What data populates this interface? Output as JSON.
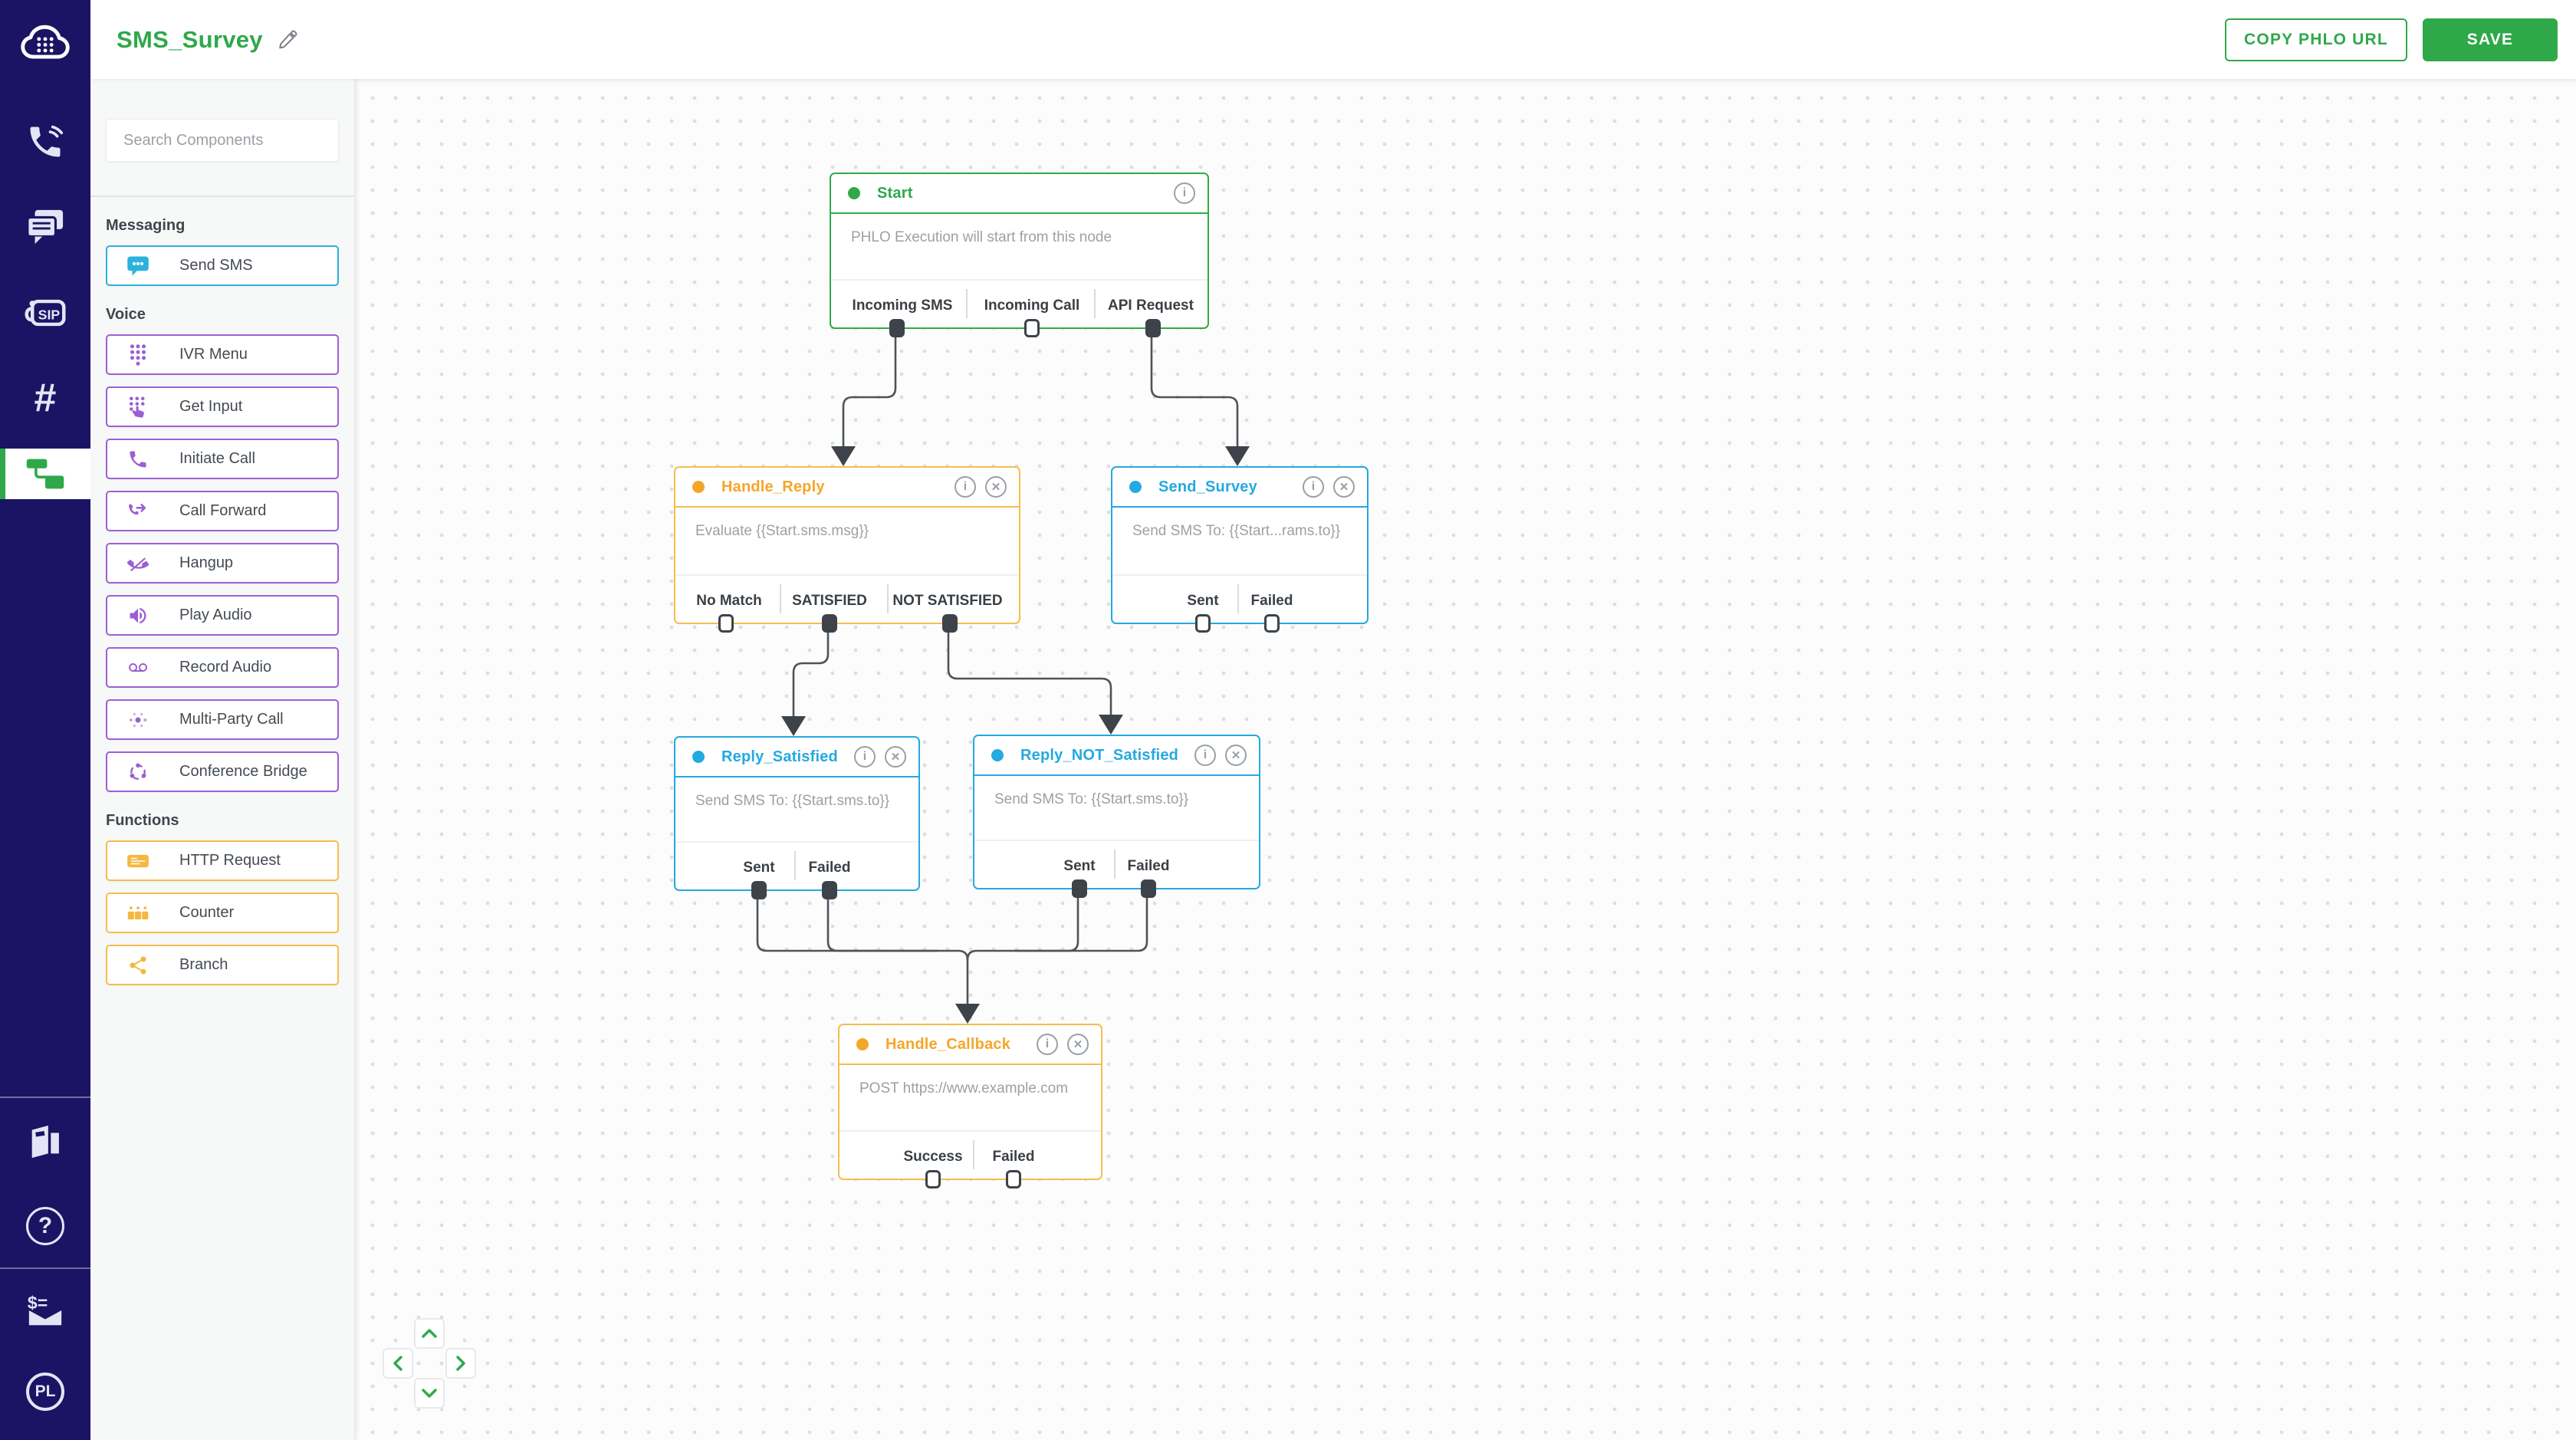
{
  "header": {
    "title": "SMS_Survey",
    "copy_phlo_url_label": "COPY PHLO URL",
    "save_label": "SAVE"
  },
  "rail": {
    "sip_text": "SIP",
    "numbers_text": "#",
    "help_text": "?",
    "account_text": "PL"
  },
  "sidebar": {
    "search_placeholder": "Search Components",
    "sections": [
      {
        "label": "Messaging",
        "items": [
          {
            "label": "Send SMS"
          }
        ]
      },
      {
        "label": "Voice",
        "items": [
          {
            "label": "IVR Menu"
          },
          {
            "label": "Get Input"
          },
          {
            "label": "Initiate Call"
          },
          {
            "label": "Call Forward"
          },
          {
            "label": "Hangup"
          },
          {
            "label": "Play Audio"
          },
          {
            "label": "Record Audio"
          },
          {
            "label": "Multi-Party Call"
          },
          {
            "label": "Conference Bridge"
          }
        ]
      },
      {
        "label": "Functions",
        "items": [
          {
            "label": "HTTP Request"
          },
          {
            "label": "Counter"
          },
          {
            "label": "Branch"
          }
        ]
      }
    ]
  },
  "canvas": {
    "nodes": [
      {
        "title": "Start",
        "description": "PHLO Execution will start from this node",
        "accent": "#2fa84a",
        "outputs": [
          {
            "label": "Incoming SMS",
            "connected": true
          },
          {
            "label": "Incoming Call",
            "connected": false
          },
          {
            "label": "API Request",
            "connected": true
          }
        ]
      },
      {
        "title": "Handle_Reply",
        "description": "Evaluate {{Start.sms.msg}}",
        "accent": "#f5a62a",
        "outputs": [
          {
            "label": "No Match",
            "connected": false
          },
          {
            "label": "SATISFIED",
            "connected": true
          },
          {
            "label": "NOT SATISFIED",
            "connected": true
          }
        ]
      },
      {
        "title": "Send_Survey",
        "description": "Send SMS To: {{Start...rams.to}}",
        "accent": "#24a9e1",
        "outputs": [
          {
            "label": "Sent",
            "connected": false
          },
          {
            "label": "Failed",
            "connected": false
          }
        ]
      },
      {
        "title": "Reply_Satisfied",
        "description": "Send SMS To: {{Start.sms.to}}",
        "accent": "#24a9e1",
        "outputs": [
          {
            "label": "Sent",
            "connected": true
          },
          {
            "label": "Failed",
            "connected": true
          }
        ]
      },
      {
        "title": "Reply_NOT_Satisfied",
        "description": "Send SMS To: {{Start.sms.to}}",
        "accent": "#24a9e1",
        "outputs": [
          {
            "label": "Sent",
            "connected": true
          },
          {
            "label": "Failed",
            "connected": true
          }
        ]
      },
      {
        "title": "Handle_Callback",
        "description": "POST https://www.example.com",
        "accent": "#f5a62a",
        "outputs": [
          {
            "label": "Success",
            "connected": false
          },
          {
            "label": "Failed",
            "connected": false
          }
        ]
      }
    ]
  },
  "colors": {
    "brand_green": "#2fa84a",
    "node_blue": "#24a9e1",
    "node_orange_border": "#f5bd4e",
    "node_orange_text": "#f5a62a",
    "voice_purple": "#9a5fd2",
    "function_orange": "#f5b73e",
    "rail_navy": "#1b1464",
    "connector_gray": "#4d5359",
    "port_dark": "#3d4349"
  }
}
